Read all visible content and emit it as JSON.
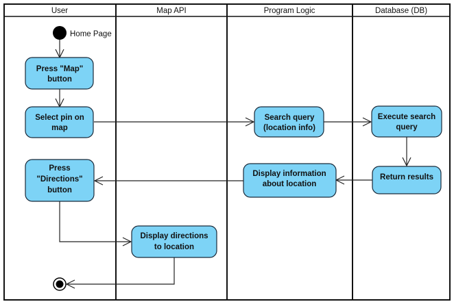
{
  "lanes": [
    {
      "title": "User"
    },
    {
      "title": "Map API"
    },
    {
      "title": "Program Logic"
    },
    {
      "title": "Database (DB)"
    }
  ],
  "start": {
    "label": "Home Page"
  },
  "nodes": {
    "press_map": {
      "lines": [
        "Press \"Map\"",
        "button"
      ]
    },
    "select_pin": {
      "lines": [
        "Select pin on",
        "map"
      ]
    },
    "search_query": {
      "lines": [
        "Search query",
        "(location info)"
      ]
    },
    "execute_search": {
      "lines": [
        "Execute search",
        "query"
      ]
    },
    "return_results": {
      "lines": [
        "Return results"
      ]
    },
    "display_info": {
      "lines": [
        "Display information",
        "about location"
      ]
    },
    "press_directions": {
      "lines": [
        "Press",
        "\"Directions\"",
        "button"
      ]
    },
    "display_directions": {
      "lines": [
        "Display directions",
        "to location"
      ]
    }
  },
  "colors": {
    "node_fill": "#7dd3f6",
    "node_stroke": "#1a2a3a",
    "lane_border": "#111111",
    "arrow": "#222222"
  }
}
